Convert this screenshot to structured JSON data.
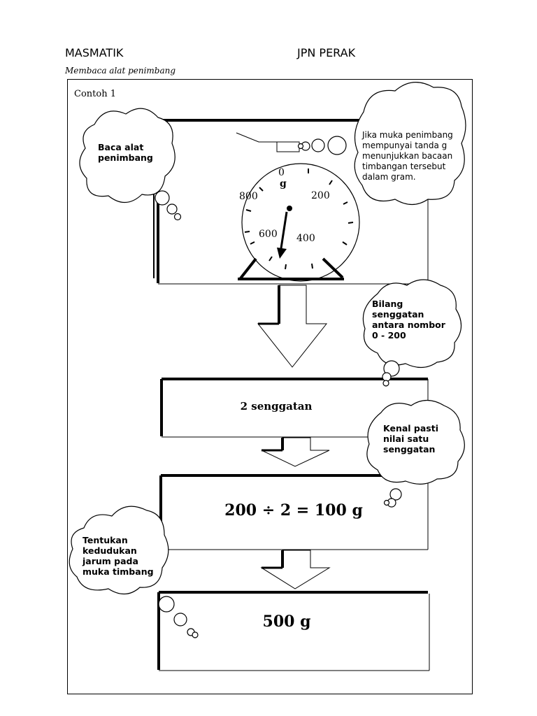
{
  "header": {
    "left": "MASMATIK",
    "right": "JPN PERAK",
    "subtitle": "Membaca alat penimbang"
  },
  "example_label": "Contoh 1",
  "scale": {
    "unit": "g",
    "zero": "0",
    "labels": [
      "200",
      "400",
      "600",
      "800"
    ],
    "reading_grams": 500
  },
  "bubbles": {
    "read_scale": "Baca alat penimbang",
    "unit_note": "Jika muka penimbang mempunyai tanda g menunjukkan bacaan timbangan tersebut dalam gram.",
    "count_marks": "Bilang senggatan antara nombor 0 - 200",
    "determine_value": "Kenal pasti nilai satu senggatan",
    "pointer_position": "Tentukan kedudukan jarum pada muka timbang"
  },
  "steps": {
    "count": "2 senggatan",
    "calculation": "200 ÷ 2 = 100 g",
    "answer": "500 g"
  }
}
